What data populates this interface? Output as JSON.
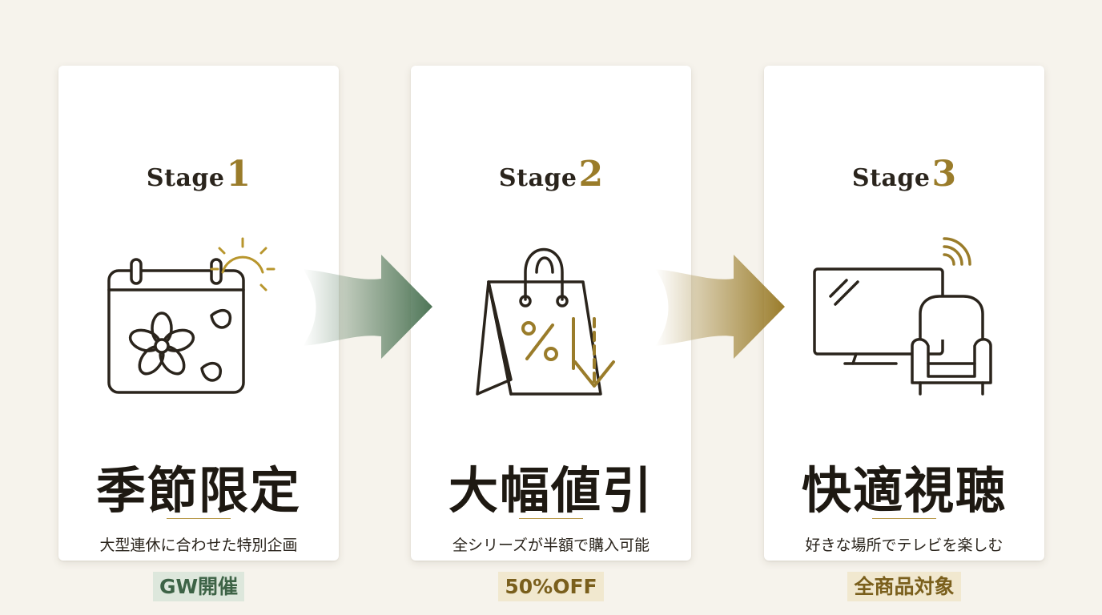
{
  "stages": [
    {
      "label": "Stage",
      "number": "1",
      "heading": "季節限定",
      "description": "大型連休に合わせた特別企画",
      "badge": "GW開催",
      "icon": "calendar-sakura-sun-icon",
      "badge_color": "#dde7dc",
      "badge_text_color": "#3d6346"
    },
    {
      "label": "Stage",
      "number": "2",
      "heading": "大幅値引",
      "description": "全シリーズが半額で購入可能",
      "badge": "50%OFF",
      "icon": "shopping-bag-percent-down-icon",
      "badge_color": "#f1e8cf",
      "badge_text_color": "#7a5f1c"
    },
    {
      "label": "Stage",
      "number": "3",
      "heading": "快適視聴",
      "description": "好きな場所でテレビを楽しむ",
      "badge": "全商品対象",
      "icon": "tv-armchair-wifi-icon",
      "badge_color": "#f1e8cf",
      "badge_text_color": "#7a5f1c"
    }
  ],
  "arrows": [
    {
      "icon": "arrow-right-icon",
      "color": "#4e7556"
    },
    {
      "icon": "arrow-right-icon",
      "color": "#9a7c2a"
    }
  ],
  "colors": {
    "background": "#f6f3ec",
    "card": "#ffffff",
    "ink": "#2a241c",
    "accent_gold": "#9a7c2a",
    "accent_green": "#4e7556"
  }
}
